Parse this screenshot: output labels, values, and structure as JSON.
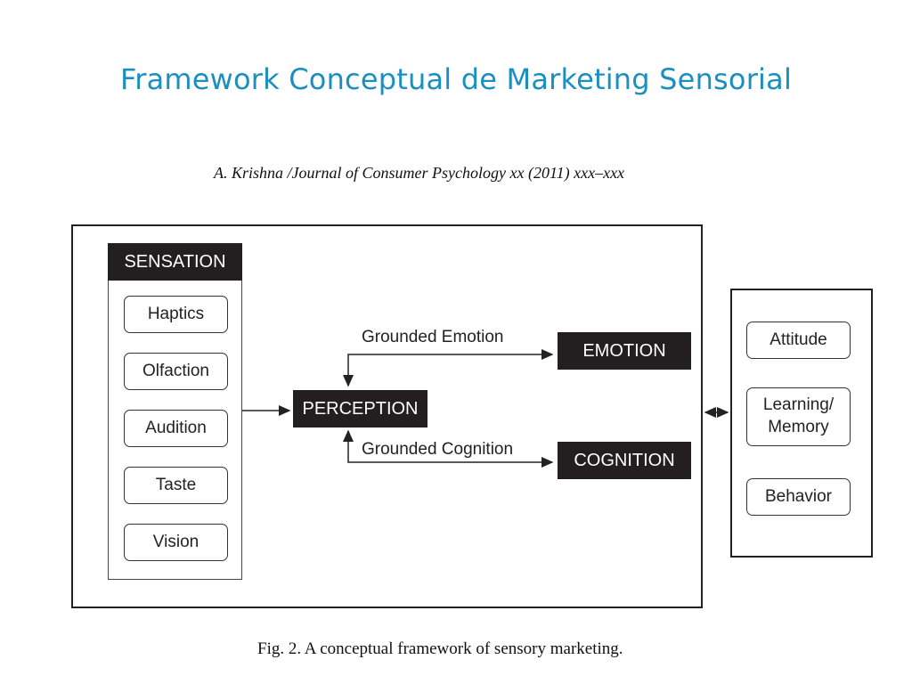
{
  "slide": {
    "title": "Framework Conceptual de Marketing Sensorial",
    "citation": "A. Krishna /Journal of Consumer Psychology  xx (2011) xxx–xxx",
    "caption": "Fig. 2. A conceptual framework of sensory marketing."
  },
  "diagram": {
    "sensation": {
      "header": "SENSATION",
      "senses": [
        "Haptics",
        "Olfaction",
        "Audition",
        "Taste",
        "Vision"
      ]
    },
    "perception": "PERCEPTION",
    "emotion": "EMOTION",
    "cognition": "COGNITION",
    "grounded_emotion": "Grounded Emotion",
    "grounded_cognition": "Grounded Cognition",
    "outcomes": {
      "attitude": "Attitude",
      "learning_line1": "Learning/",
      "learning_line2": "Memory",
      "behavior": "Behavior"
    }
  },
  "colors": {
    "title": "#1a8fc0",
    "label_fill": "#231f20",
    "line": "#222222"
  }
}
